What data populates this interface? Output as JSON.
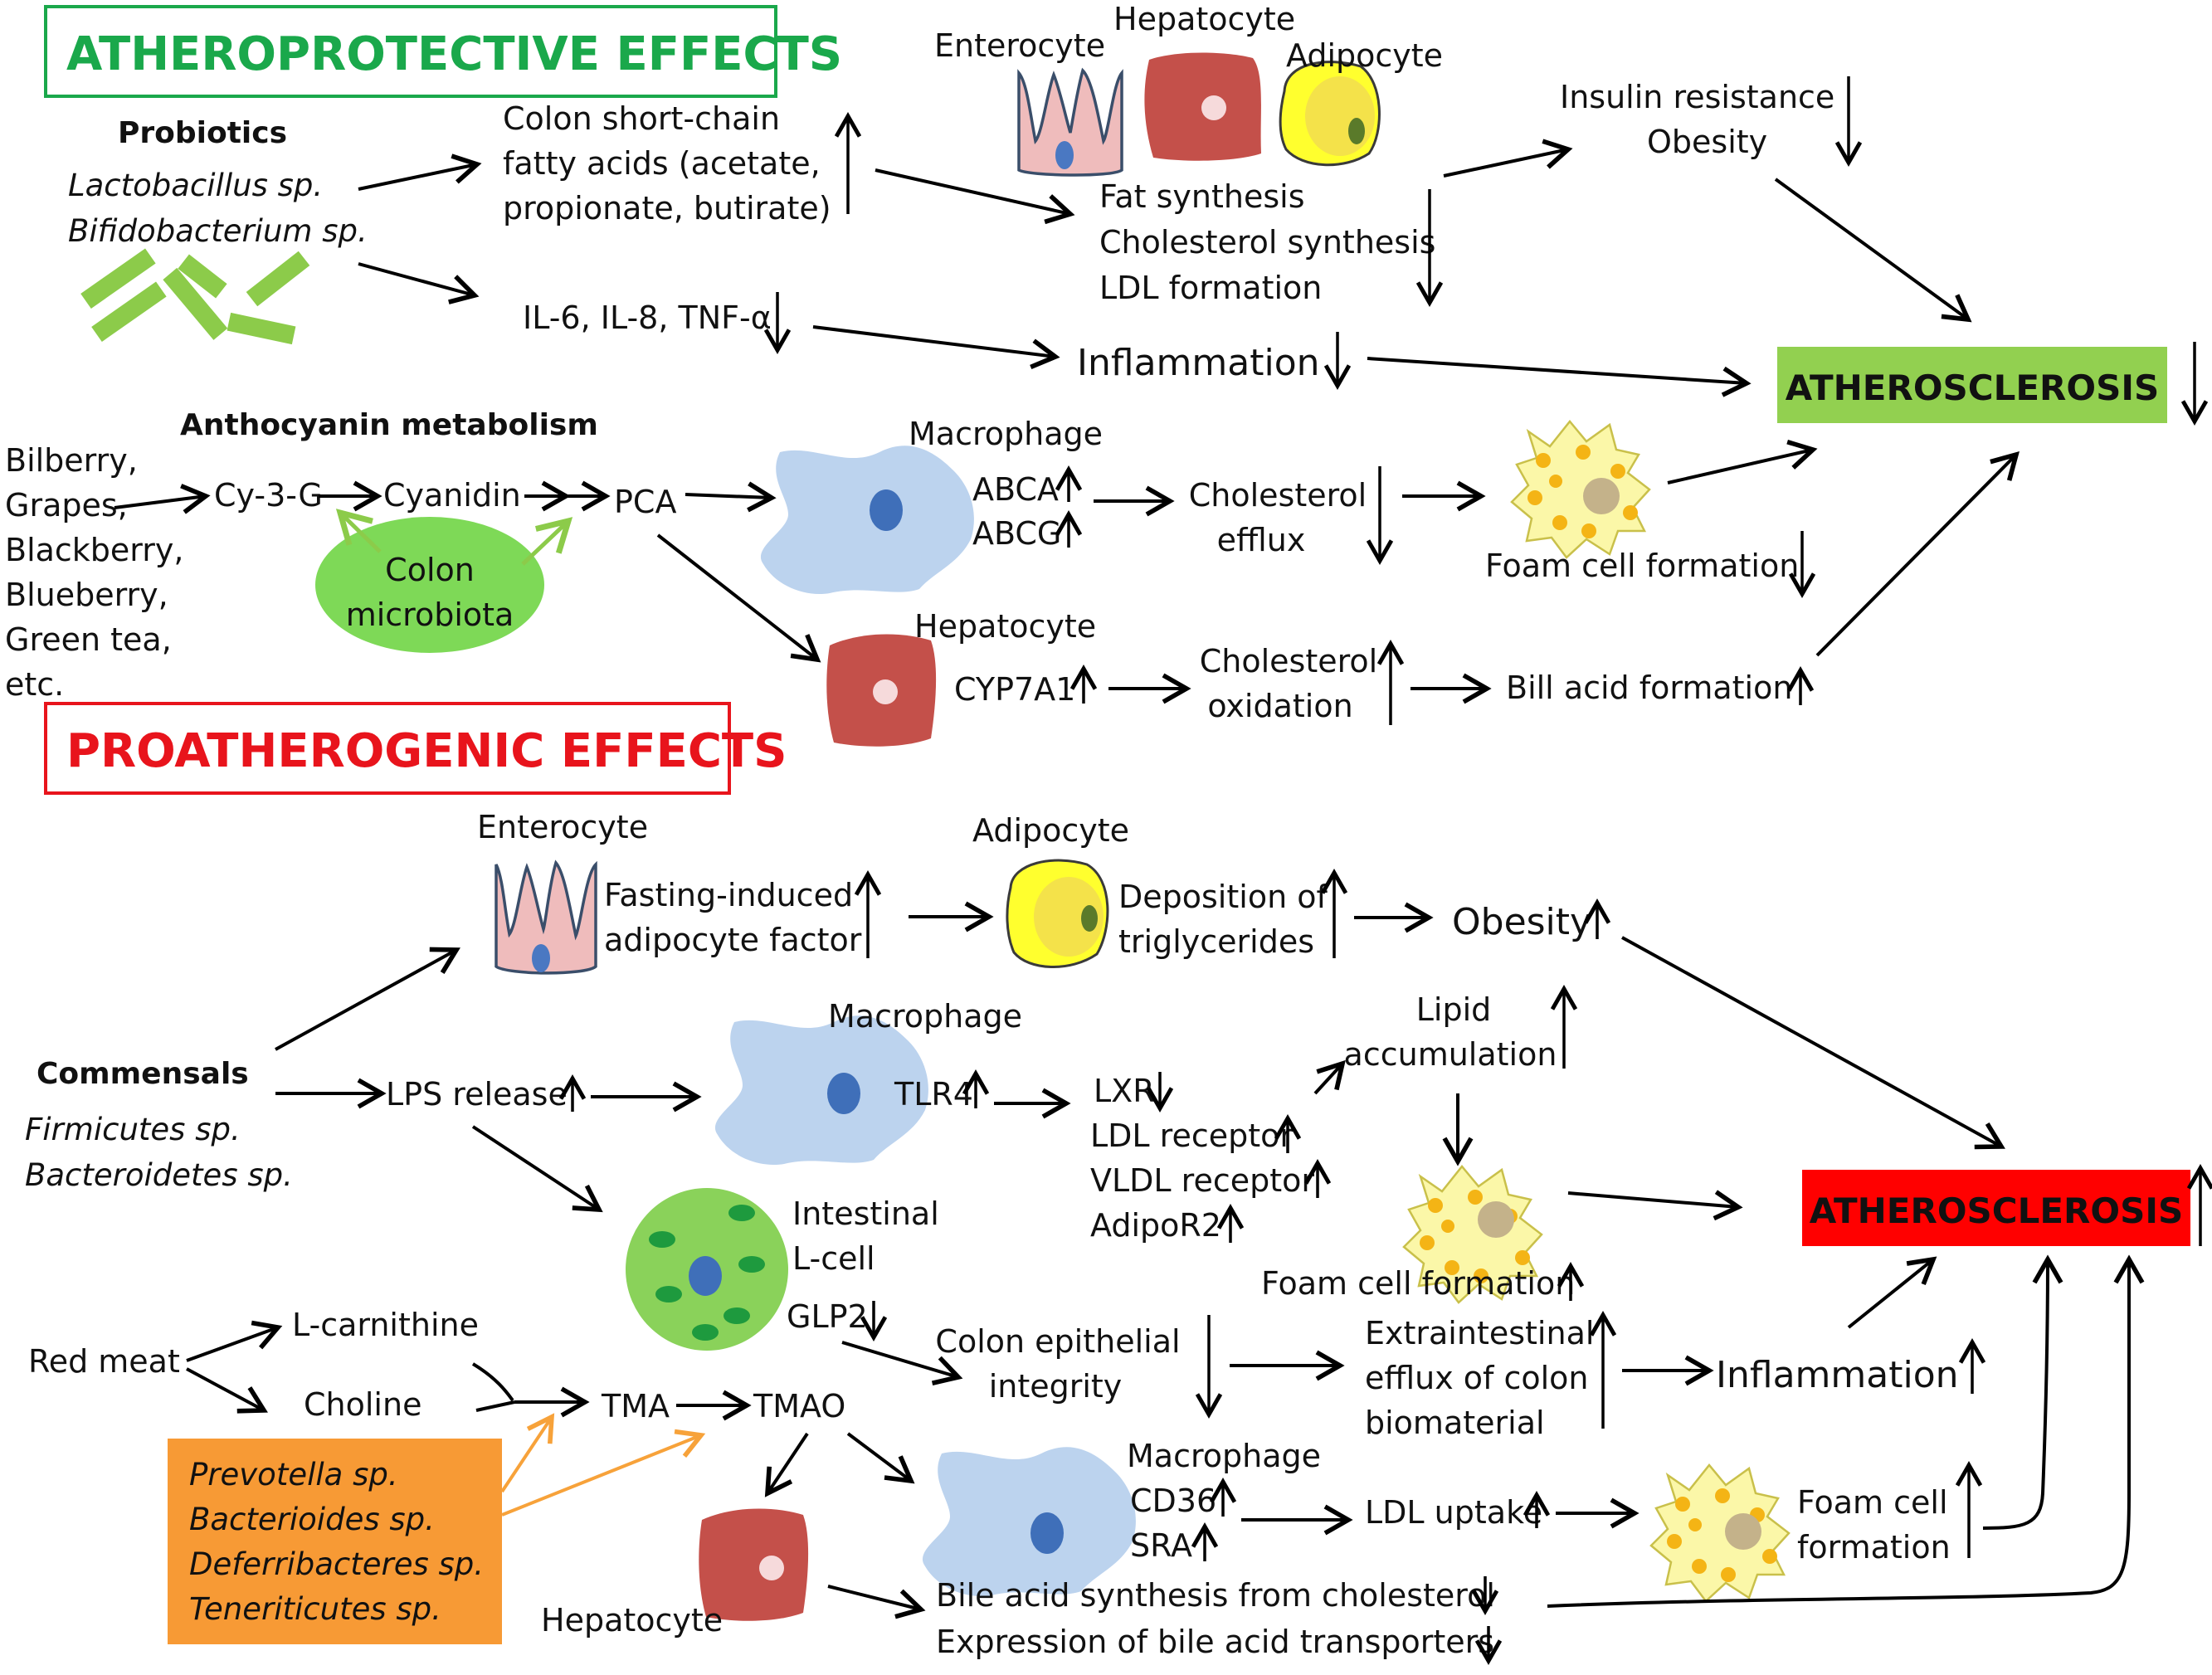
{
  "colors": {
    "protective": "#1aa84b",
    "proatherogenic": "#e8141c",
    "athero_green_box": "#92d050",
    "athero_red_box": "#ff0000",
    "orange_box": "#f79a35",
    "hepatocyte": "#c4504a",
    "macrophage": "#bcd3ee",
    "adipocyte": "#ffff2e",
    "enterocyte": "#efbcbc",
    "microbiota": "#7ed957",
    "foam_cell": "#fbf7a8",
    "lcell": "#8ad25a"
  },
  "top": {
    "title": "ATHEROPROTECTIVE EFFECTS",
    "probiotics_heading": "Probiotics",
    "probiotic_species": [
      "Lactobacillus sp.",
      "Bifidobacterium sp."
    ],
    "scfa": [
      "Colon short-chain",
      "fatty acids (acetate,",
      "propionate, butirate)"
    ],
    "cells_top": {
      "enterocyte": "Enterocyte",
      "hepatocyte": "Hepatocyte",
      "adipocyte": "Adipocyte"
    },
    "synthesis": [
      "Fat synthesis",
      "Cholesterol synthesis",
      "LDL formation"
    ],
    "insulin": [
      "Insulin resistance",
      "Obesity"
    ],
    "cytokines": "IL-6, IL-8, TNF-α",
    "inflammation": "Inflammation",
    "atherosclerosis": "ATHEROSCLEROSIS",
    "anthocyanin_heading": "Anthocyanin metabolism",
    "foods": [
      "Bilberry,",
      "Grapes,",
      "Blackberry,",
      "Blueberry,",
      "Green tea,",
      "etc."
    ],
    "cy3g": "Cy-3-G",
    "cyanidin": "Cyanidin",
    "pca": "PCA",
    "colon_microbiota": [
      "Colon",
      "microbiota"
    ],
    "macrophage": "Macrophage",
    "abca": "ABCA",
    "abcg": "ABCG",
    "chol_efflux": [
      "Cholesterol",
      "efflux"
    ],
    "foam_cell_formation": "Foam cell formation",
    "hepatocyte2": "Hepatocyte",
    "cyp7a1": "CYP7A1",
    "chol_oxidation": [
      "Cholesterol",
      "oxidation"
    ],
    "bile_acid_formation": "Bill acid formation"
  },
  "bottom": {
    "title": "PROATHEROGENIC EFFECTS",
    "enterocyte": "Enterocyte",
    "fiaf": [
      "Fasting-induced",
      "adipocyte factor"
    ],
    "adipocyte": "Adipocyte",
    "triglycerides": [
      "Deposition of",
      "triglycerides"
    ],
    "obesity": "Obesity",
    "commensals_heading": "Commensals",
    "commensal_species": [
      "Firmicutes sp.",
      "Bacteroidetes sp."
    ],
    "lps": "LPS release",
    "macrophage": "Macrophage",
    "tlr4": "TLR4",
    "receptors": [
      "LXR",
      "LDL receptor",
      "VLDL receptor",
      "AdipoR2"
    ],
    "lipid_accum": [
      "Lipid",
      "accumulation"
    ],
    "foam_cell_formation": "Foam cell formation",
    "atherosclerosis": "ATHEROSCLEROSIS",
    "intestinal_lcell": [
      "Intestinal",
      "L-cell"
    ],
    "glp2": "GLP2",
    "colon_epithelial": [
      "Colon epithelial",
      "integrity"
    ],
    "extraintestinal": [
      "Extraintestinal",
      "efflux of colon",
      "biomaterial"
    ],
    "inflammation": "Inflammation",
    "red_meat": "Red meat",
    "lcarnithine": "L-carnithine",
    "choline": "Choline",
    "tma": "TMA",
    "tmao": "TMAO",
    "bacteria": [
      "Prevotella sp.",
      "Bacterioides sp.",
      "Deferribacteres sp.",
      "Teneriticutes sp."
    ],
    "macrophage2": "Macrophage",
    "cd36": "CD36",
    "sra": "SRA",
    "ldl_uptake": "LDL uptake",
    "foam_cell2": [
      "Foam cell",
      "formation"
    ],
    "hepatocyte": "Hepatocyte",
    "bile_synthesis": "Bile acid synthesis from cholesterol",
    "bile_transport": "Expression of bile acid transporters"
  }
}
